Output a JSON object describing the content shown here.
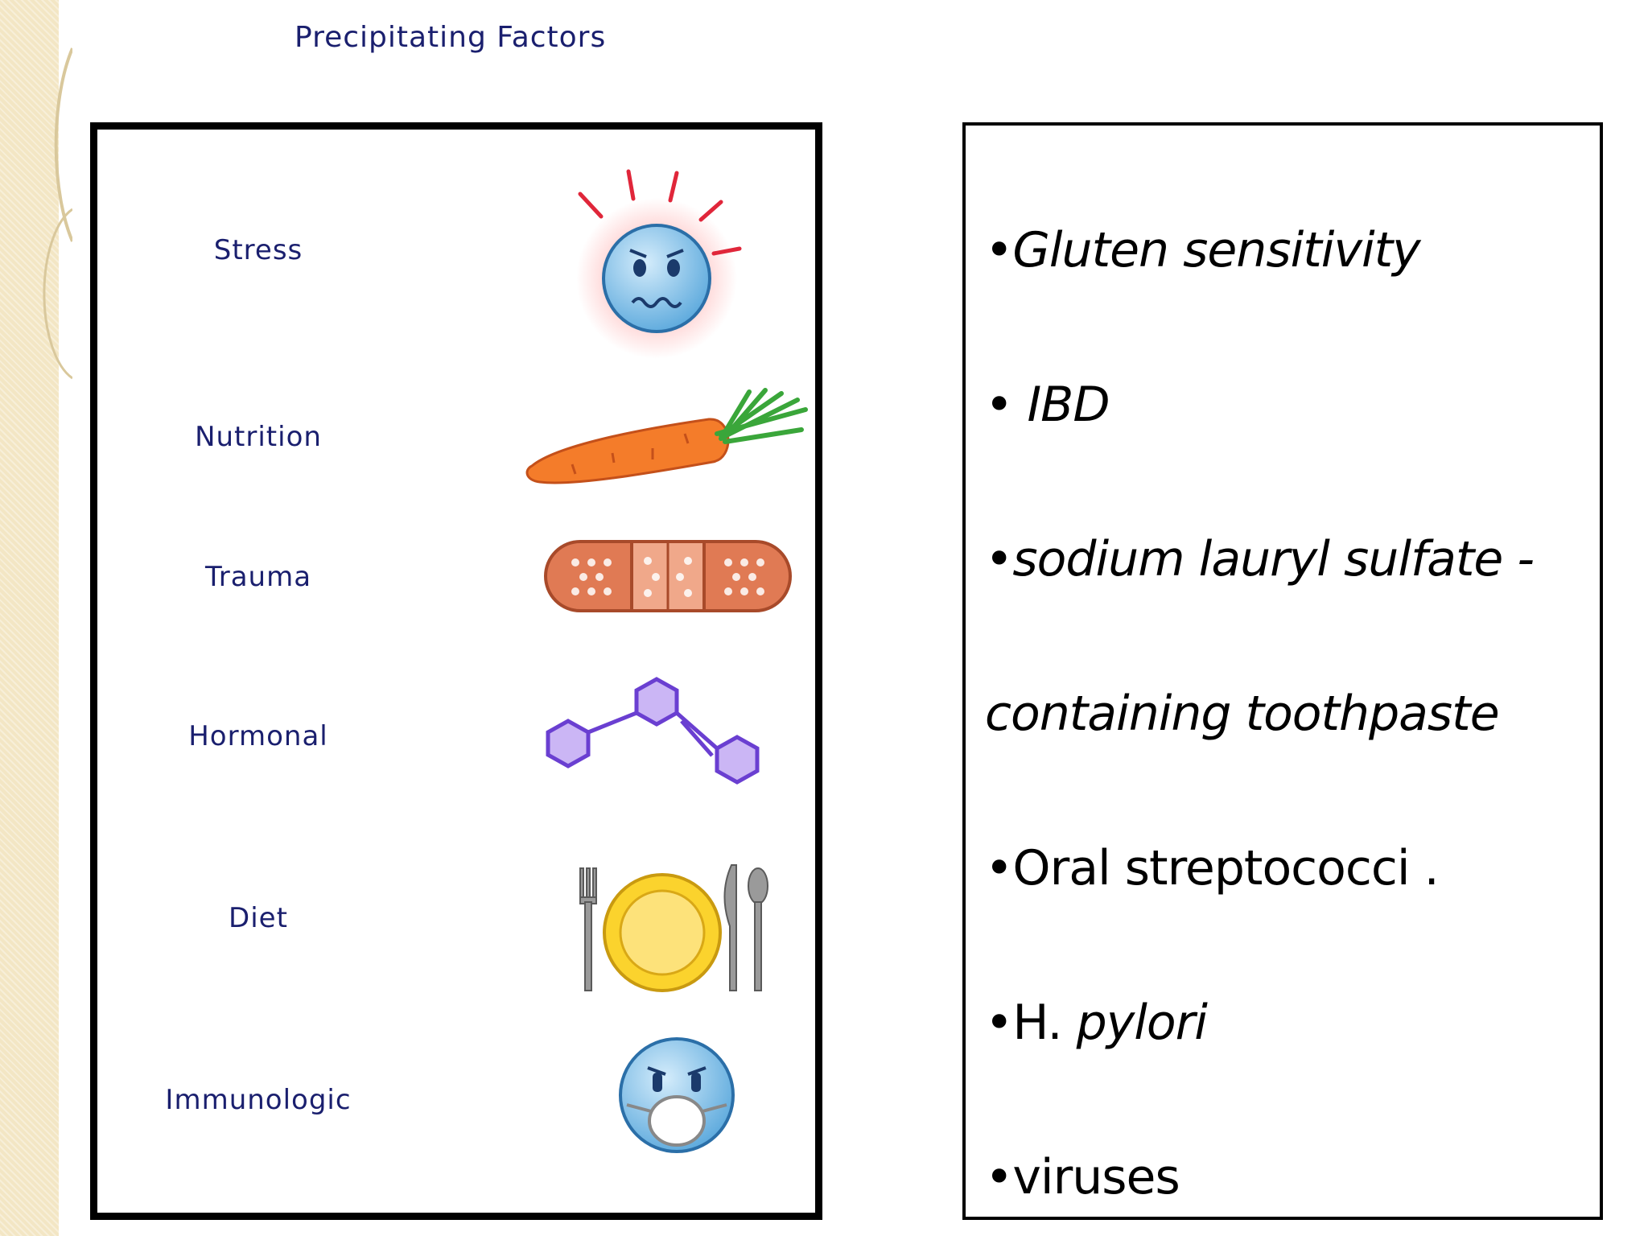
{
  "title": "Precipitating Factors",
  "factors": [
    {
      "label": "Stress",
      "icon": "stressed-face-icon"
    },
    {
      "label": "Nutrition",
      "icon": "carrot-icon"
    },
    {
      "label": "Trauma",
      "icon": "bandage-icon"
    },
    {
      "label": "Hormonal",
      "icon": "molecule-icon"
    },
    {
      "label": "Diet",
      "icon": "plate-cutlery-icon"
    },
    {
      "label": "Immunologic",
      "icon": "masked-face-icon"
    }
  ],
  "list": [
    {
      "bullet": "•",
      "text": "Gluten sensitivity"
    },
    {
      "bullet": "•",
      "text": " IBD"
    },
    {
      "bullet": "•",
      "text": "sodium lauryl sulfate -"
    },
    {
      "bullet": "",
      "text": "containing toothpaste"
    },
    {
      "bullet": "•",
      "text": "Oral streptococci ."
    },
    {
      "bullet": "•",
      "prefix": "H. ",
      "text": "pylori"
    },
    {
      "bullet": "•",
      "text": "viruses"
    }
  ],
  "colors": {
    "title_text": "#1a1f6e",
    "background_strip": "#f3e6c4",
    "border": "#000000"
  }
}
